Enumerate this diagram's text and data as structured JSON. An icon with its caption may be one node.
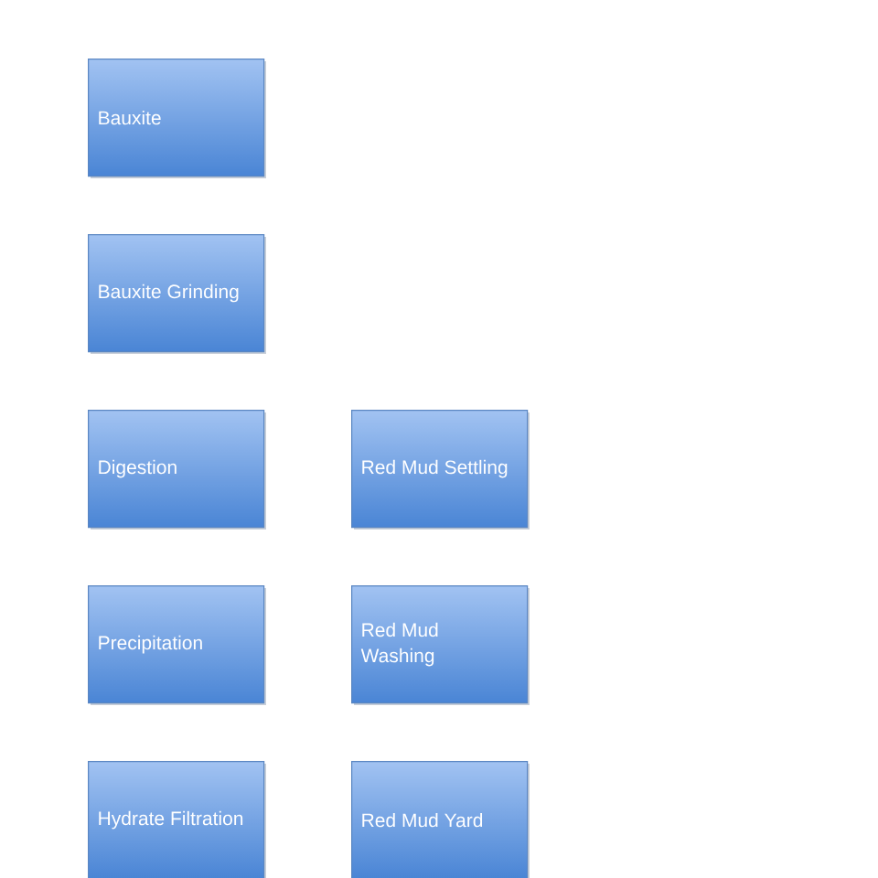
{
  "diagram": {
    "nodes": [
      {
        "text": [
          "Bauxite"
        ]
      },
      {
        "text": [
          "Bauxite Grinding"
        ]
      },
      {
        "text": [
          "Digestion"
        ]
      },
      {
        "text": [
          "Red Mud Settling"
        ]
      },
      {
        "text": [
          "Precipitation"
        ]
      },
      {
        "text": [
          "Red Mud Washing"
        ]
      },
      {
        "text": [
          "Hydrate Filtration"
        ]
      },
      {
        "text": [
          "Red Mud Yard"
        ]
      }
    ]
  }
}
